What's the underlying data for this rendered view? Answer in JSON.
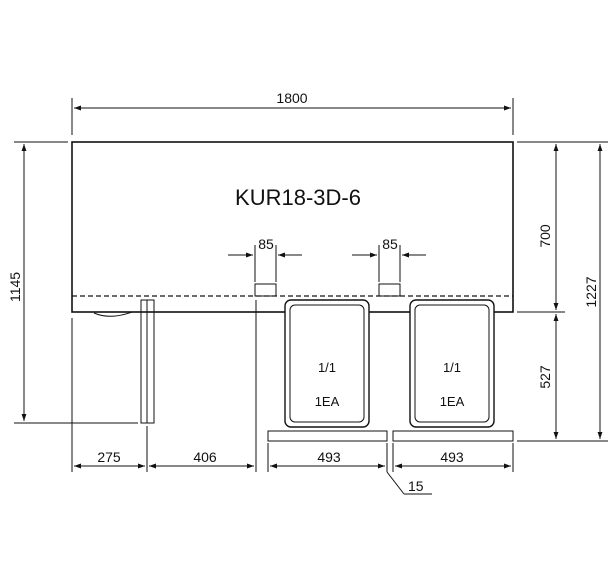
{
  "model": "KUR18-3D-6",
  "dimensions": {
    "overall_width": "1800",
    "overall_height": "1227",
    "body_height": "1145",
    "upper_height": "700",
    "lower_height": "527",
    "segment_1": "275",
    "segment_2": "406",
    "segment_3": "493",
    "segment_4": "493",
    "gap": "15",
    "vent_1": "85",
    "vent_2": "85"
  },
  "pans": [
    {
      "size": "1/1",
      "count": "1EA"
    },
    {
      "size": "1/1",
      "count": "1EA"
    }
  ]
}
